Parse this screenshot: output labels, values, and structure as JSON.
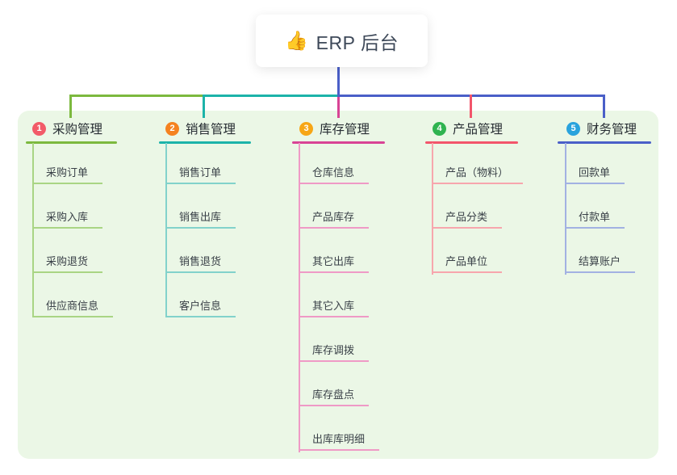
{
  "root": {
    "icon": "👍",
    "title": "ERP 后台"
  },
  "colors": {
    "background": "#ffffff",
    "panel_background": "#ebf7e6",
    "trunk": "#4a5fc8",
    "root_text": "#3e4959",
    "item_text": "#3a4148"
  },
  "branches": [
    {
      "number": "1",
      "title": "采购管理",
      "badge_color": "#f25b68",
      "line_color": "#7cb93e",
      "sub_line_color": "#a9d584",
      "items": [
        "采购订单",
        "采购入库",
        "采购退货",
        "供应商信息"
      ]
    },
    {
      "number": "2",
      "title": "销售管理",
      "badge_color": "#f58220",
      "line_color": "#1cb3a9",
      "sub_line_color": "#82d2cb",
      "items": [
        "销售订单",
        "销售出库",
        "销售退货",
        "客户信息"
      ]
    },
    {
      "number": "3",
      "title": "库存管理",
      "badge_color": "#f7a616",
      "line_color": "#d84395",
      "sub_line_color": "#ef9ac6",
      "items": [
        "仓库信息",
        "产品库存",
        "其它出库",
        "其它入库",
        "库存调拨",
        "库存盘点",
        "出库库明细"
      ]
    },
    {
      "number": "4",
      "title": "产品管理",
      "badge_color": "#2fb350",
      "line_color": "#f2556b",
      "sub_line_color": "#f7a6ad",
      "items": [
        "产品（物料）",
        "产品分类",
        "产品单位"
      ]
    },
    {
      "number": "5",
      "title": "财务管理",
      "badge_color": "#29a3dd",
      "line_color": "#4a5fc8",
      "sub_line_color": "#a2b1e2",
      "items": [
        "回款单",
        "付款单",
        "结算账户"
      ]
    }
  ]
}
